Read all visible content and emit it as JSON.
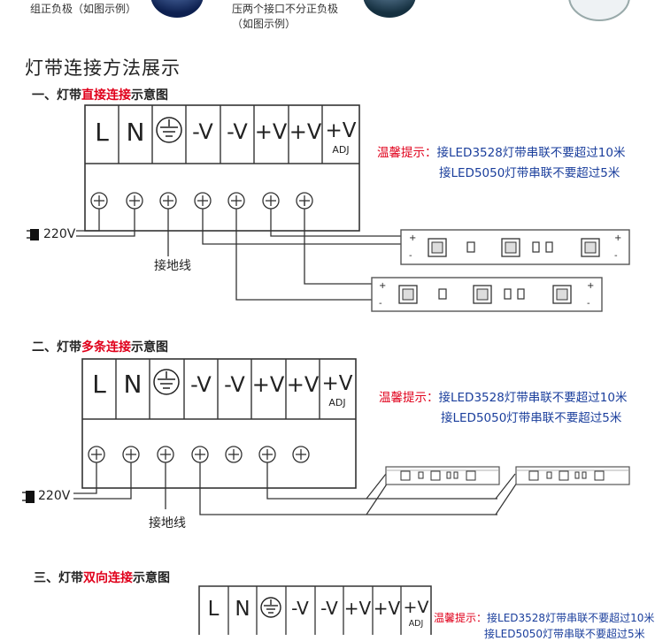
{
  "top": {
    "caption_left": "组正负极（如图示例）",
    "caption_mid_1": "压两个接口不分正负极",
    "caption_mid_2": "（如图示例）"
  },
  "main_title": "灯带连接方法展示",
  "sections": [
    {
      "prefix": "一、灯带",
      "highlight": "直接连接",
      "suffix": "示意图",
      "voltage": "220V",
      "ground_label": "接地线",
      "tip_label": "温馨提示：",
      "tip_line1": "接LED3528灯带串联不要超过10米",
      "tip_line2": "接LED5050灯带串联不要超过5米"
    },
    {
      "prefix": "二、灯带",
      "highlight": "多条连接",
      "suffix": "示意图",
      "voltage": "220V",
      "ground_label": "接地线",
      "tip_label": "温馨提示：",
      "tip_line1": "接LED3528灯带串联不要超过10米",
      "tip_line2": "接LED5050灯带串联不要超过5米"
    },
    {
      "prefix": "三、灯带",
      "highlight": "双向连接",
      "suffix": "示意图",
      "tip_label": "温馨提示：",
      "tip_line1": "接LED3528灯带串联不要超过10米",
      "tip_line2": "接LED5050灯带串联不要超过5米"
    }
  ],
  "terminals": {
    "L": "L",
    "N": "N",
    "neg": "-V",
    "pos": "+V",
    "adj": "ADJ",
    "strip_plus": "+",
    "strip_minus": "-"
  }
}
